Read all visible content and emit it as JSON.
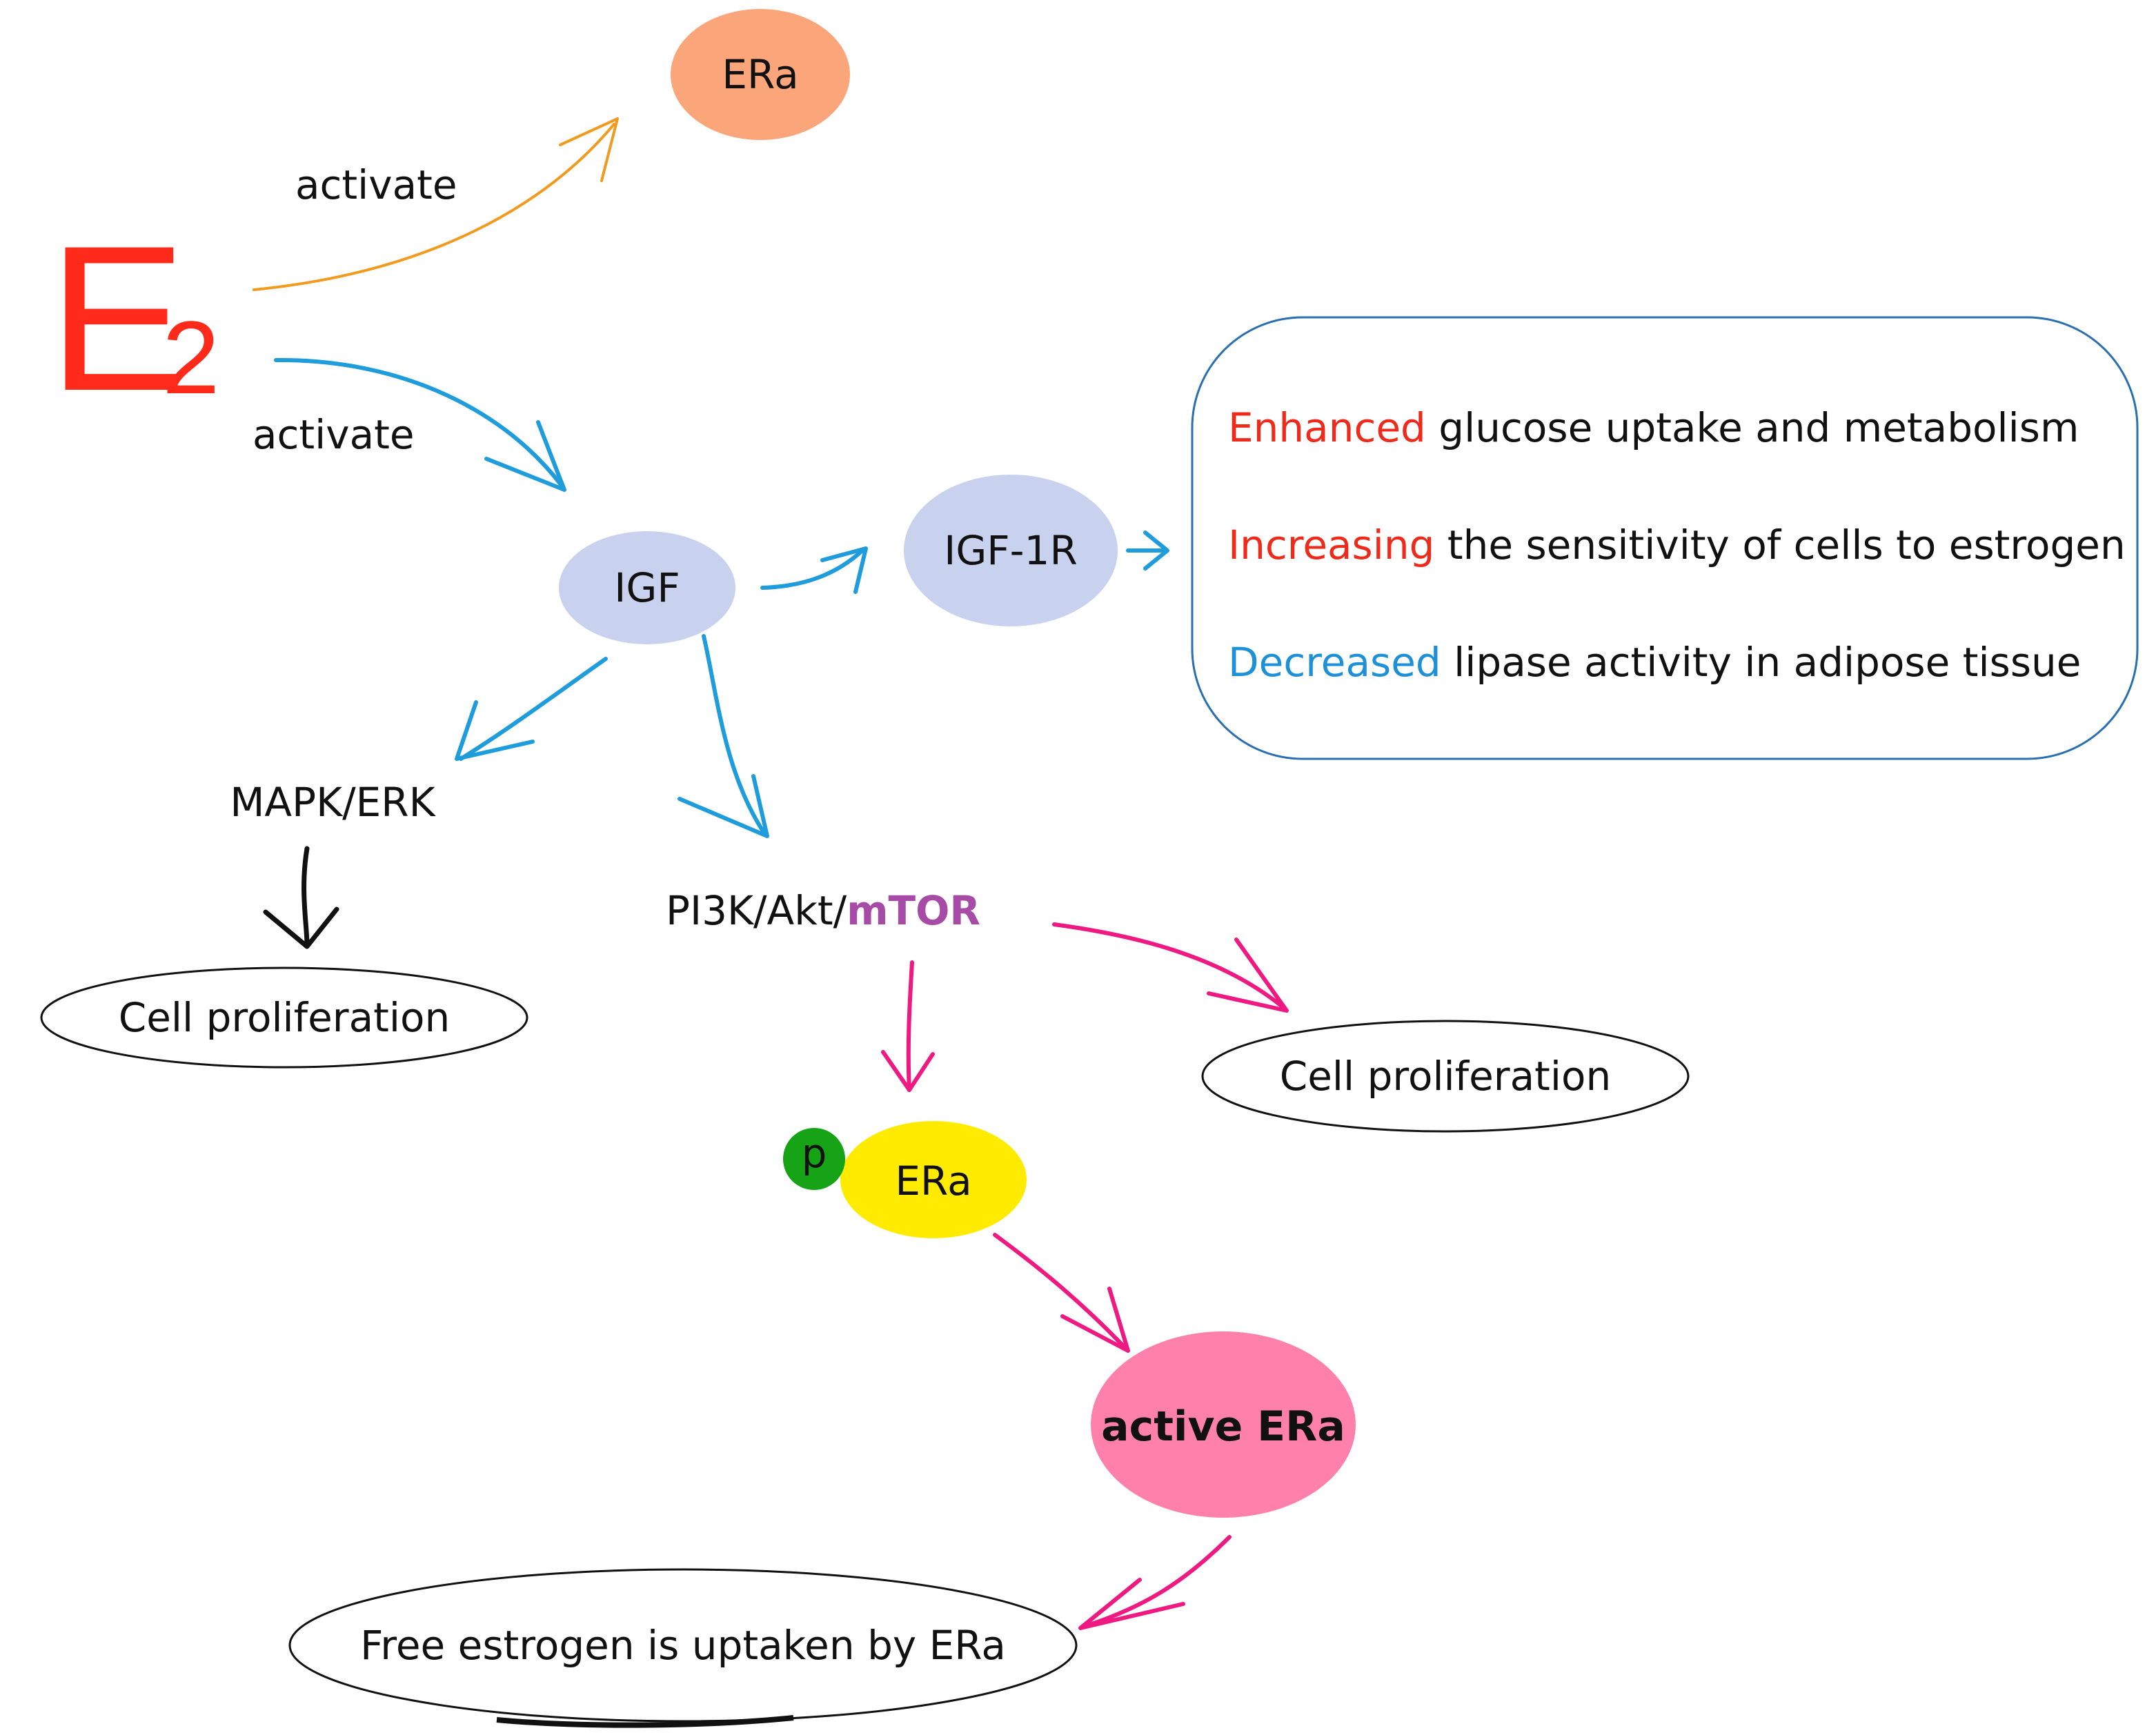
{
  "colors": {
    "e2": "#ff2a1a",
    "orange_arrow": "#f29a1d",
    "blue_arrow": "#1e9cdc",
    "pink_arrow": "#ee1a82",
    "black_arrow": "#111111",
    "era_top_fill": "#fba57a",
    "igf_fill": "#c8d2ee",
    "p_fill": "#16a316",
    "era_yellow_fill": "#ffeb00",
    "active_era_fill": "#ff80aa",
    "mtor": "#a64ca6",
    "box_border": "#2a6fb0",
    "red_word": "#ee2a1a",
    "blue_word": "#1e90d8"
  },
  "e2": {
    "letter": "E",
    "subscript": "2"
  },
  "labels": {
    "era_top": "ERa",
    "activate_1": "activate",
    "activate_2": "activate",
    "igf": "IGF",
    "igf_1r": "IGF-1R",
    "mapk_erk": "MAPK/ERK",
    "pi3k_akt": "PI3K/Akt/",
    "mtor": "mTOR",
    "cell_prolif_left": "Cell proliferation",
    "cell_prolif_right": "Cell proliferation",
    "p": "p",
    "era_yellow": "ERa",
    "active_era": "active ERa",
    "free_estrogen": "Free estrogen is uptaken by ERa"
  },
  "effects_box": {
    "lines": [
      {
        "key": "Enhanced",
        "rest": " glucose uptake and metabolism",
        "key_color": "red"
      },
      {
        "key": "Increasing",
        "rest": " the sensitivity of cells to estrogen",
        "key_color": "red"
      },
      {
        "key": "Decreased",
        "rest": " lipase activity in adipose tissue",
        "key_color": "blue"
      }
    ]
  }
}
